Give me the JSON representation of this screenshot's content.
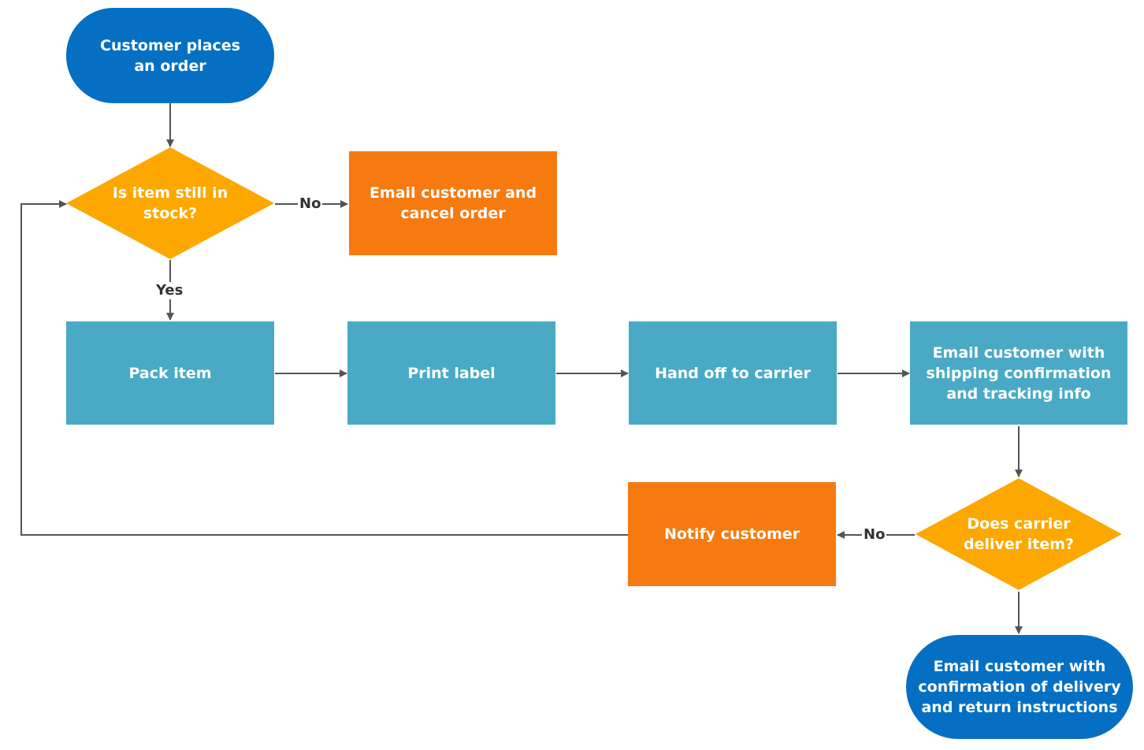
{
  "colors": {
    "terminal": "#0570c3",
    "decision": "#fca800",
    "process": "#4aaac6",
    "alert": "#f67a10",
    "line": "#555555"
  },
  "nodes": {
    "start": {
      "lines": [
        "Customer places",
        "an order"
      ]
    },
    "stock_check": {
      "lines": [
        "Is item still in",
        "stock?"
      ]
    },
    "cancel": {
      "lines": [
        "Email customer and",
        "cancel order"
      ]
    },
    "pack": {
      "lines": [
        "Pack item"
      ]
    },
    "print": {
      "lines": [
        "Print label"
      ]
    },
    "handoff": {
      "lines": [
        "Hand off to carrier"
      ]
    },
    "ship_email": {
      "lines": [
        "Email customer with",
        "shipping confirmation",
        "and tracking info"
      ]
    },
    "deliver_check": {
      "lines": [
        "Does carrier",
        "deliver item?"
      ]
    },
    "notify": {
      "lines": [
        "Notify customer"
      ]
    },
    "end": {
      "lines": [
        "Email customer with",
        "confirmation of delivery",
        "and return instructions"
      ]
    }
  },
  "edge_labels": {
    "stock_no": "No",
    "stock_yes": "Yes",
    "deliver_no": "No"
  }
}
